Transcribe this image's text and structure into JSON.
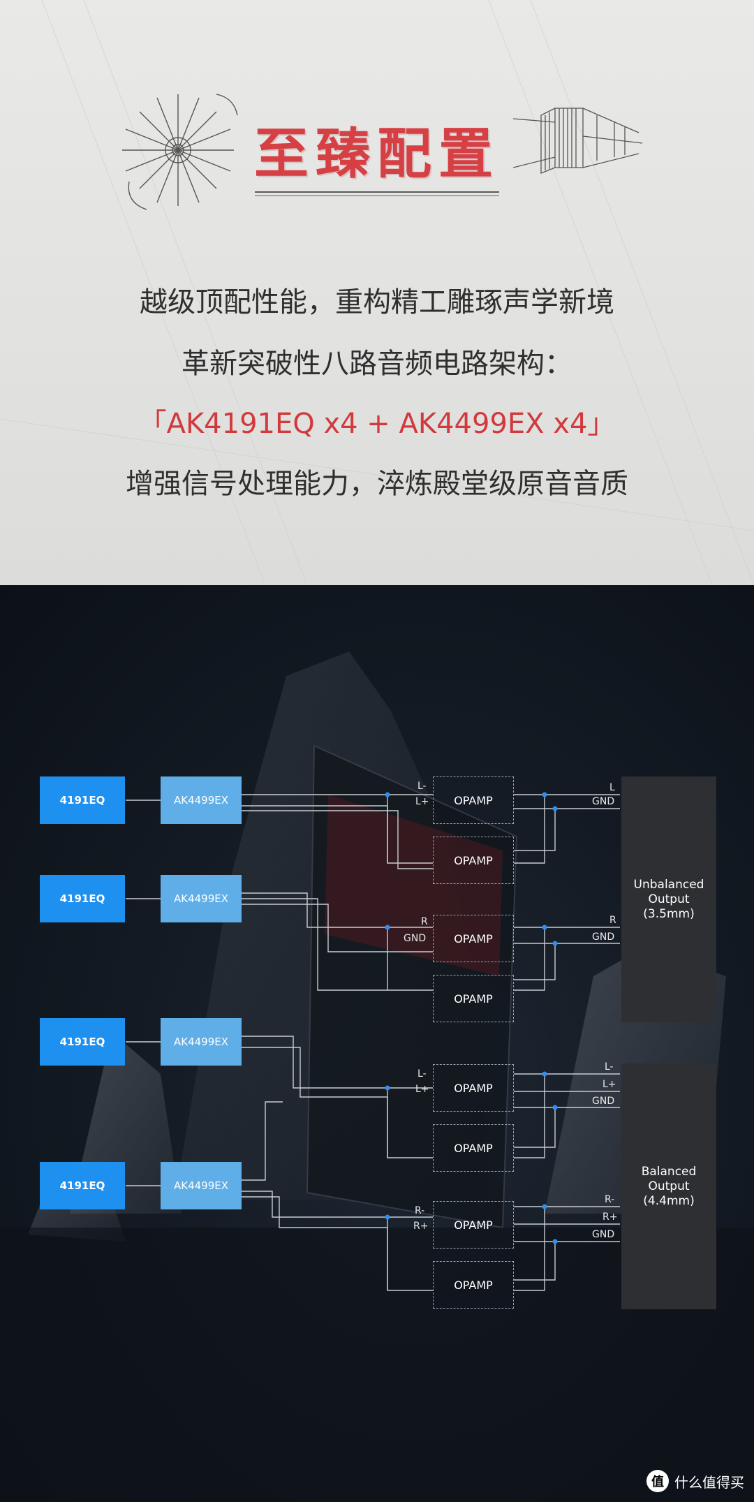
{
  "header": {
    "title": "至臻配置",
    "lines": [
      "越级顶配性能，重构精工雕琢声学新境",
      "革新突破性八路音频电路架构：",
      "「AK4191EQ x4 + AK4499EX x4」",
      "增强信号处理能力，淬炼殿堂级原音音质"
    ],
    "accent_color": "#d64045"
  },
  "diagram": {
    "eq_label": "4191EQ",
    "ak_label": "AK4499EX",
    "opamp_label": "OPAMP",
    "unbalanced_output": "Unbalanced\nOutput\n(3.5mm)",
    "balanced_output": "Balanced\nOutput\n(4.4mm)",
    "signals": {
      "l_minus": "L-",
      "l_plus": "L+",
      "r_minus": "R-",
      "r_plus": "R+",
      "l": "L",
      "r": "R",
      "gnd": "GND"
    },
    "colors": {
      "eq": "#1e90f0",
      "ak": "#5faee8",
      "wire": "#c8ccd2",
      "node": "#2f8ef0"
    }
  },
  "watermark": {
    "logo": "值",
    "text": "什么值得买"
  }
}
